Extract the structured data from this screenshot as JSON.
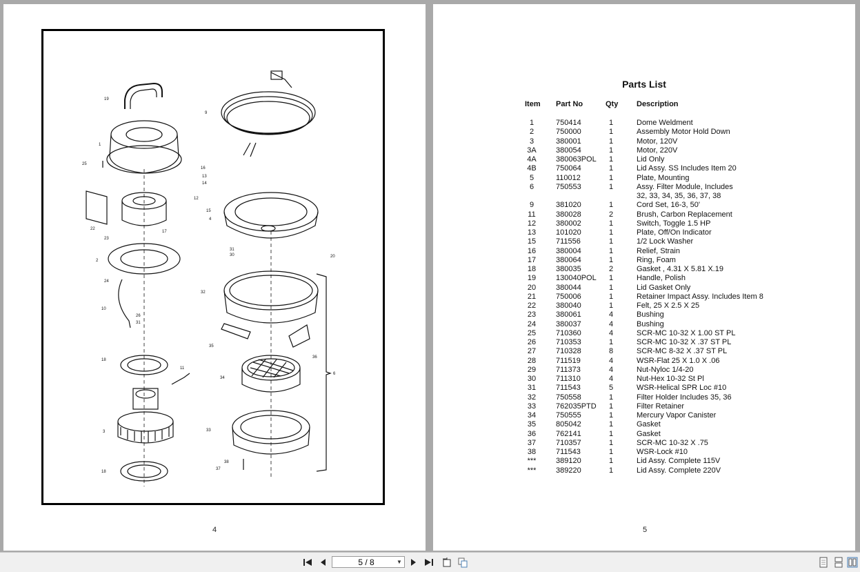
{
  "left_page": {
    "page_number": "4"
  },
  "diagram_labels": [
    {
      "t": "19"
    },
    {
      "t": "9"
    },
    {
      "t": "1"
    },
    {
      "t": "25"
    },
    {
      "t": "16"
    },
    {
      "t": "13"
    },
    {
      "t": "14"
    },
    {
      "t": "12"
    },
    {
      "t": "15"
    },
    {
      "t": "4"
    },
    {
      "t": "22"
    },
    {
      "t": "17"
    },
    {
      "t": "23"
    },
    {
      "t": "31"
    },
    {
      "t": "30"
    },
    {
      "t": "20"
    },
    {
      "t": "2"
    },
    {
      "t": "24"
    },
    {
      "t": "32"
    },
    {
      "t": "10"
    },
    {
      "t": "26"
    },
    {
      "t": "31"
    },
    {
      "t": "35"
    },
    {
      "t": "36"
    },
    {
      "t": "18"
    },
    {
      "t": "11"
    },
    {
      "t": "34"
    },
    {
      "t": "6"
    },
    {
      "t": "3"
    },
    {
      "t": "33"
    },
    {
      "t": "38"
    },
    {
      "t": "37"
    },
    {
      "t": "18"
    }
  ],
  "right_page": {
    "title": "Parts List",
    "columns": [
      "Item",
      "Part No",
      "Qty",
      "Description"
    ],
    "rows": [
      [
        "1",
        "750414",
        "1",
        "Dome Weldment"
      ],
      [
        "2",
        "750000",
        "1",
        "Assembly Motor Hold Down"
      ],
      [
        "3",
        "380001",
        "1",
        "Motor, 120V"
      ],
      [
        "3A",
        "380054",
        "1",
        "Motor, 220V"
      ],
      [
        "4A",
        "380063POL",
        "1",
        "Lid Only"
      ],
      [
        "4B",
        "750064",
        "1",
        "Lid Assy. SS Includes Item 20"
      ],
      [
        "5",
        "110012",
        "1",
        "Plate, Mounting"
      ],
      [
        "6",
        "750553",
        "1",
        "Assy. Filter Module, Includes"
      ],
      [
        "",
        "",
        "",
        "32, 33, 34, 35, 36, 37, 38"
      ],
      [
        "9",
        "381020",
        "1",
        "Cord Set, 16-3, 50'"
      ],
      [
        "11",
        "380028",
        "2",
        "Brush, Carbon Replacement"
      ],
      [
        "12",
        "380002",
        "1",
        "Switch, Toggle 1.5 HP"
      ],
      [
        "13",
        "101020",
        "1",
        "Plate, Off/On Indicator"
      ],
      [
        "15",
        "711556",
        "1",
        "1/2 Lock Washer"
      ],
      [
        "16",
        "380004",
        "1",
        "Relief, Strain"
      ],
      [
        "17",
        "380064",
        "1",
        "Ring, Foam"
      ],
      [
        "18",
        "380035",
        "2",
        "Gasket , 4.31 X 5.81 X.19"
      ],
      [
        "19",
        "130040POL",
        "1",
        "Handle, Polish"
      ],
      [
        "20",
        "380044",
        "1",
        "Lid Gasket Only"
      ],
      [
        "21",
        "750006",
        "1",
        "Retainer Impact Assy. Includes Item 8"
      ],
      [
        "22",
        "380040",
        "1",
        "Felt, 25 X 2.5 X 25"
      ],
      [
        "23",
        "380061",
        "4",
        "Bushing"
      ],
      [
        "24",
        "380037",
        "4",
        "Bushing"
      ],
      [
        "25",
        "710360",
        "4",
        "SCR-MC 10-32 X 1.00 ST PL"
      ],
      [
        "26",
        "710353",
        "1",
        "SCR-MC 10-32 X .37 ST PL"
      ],
      [
        "27",
        "710328",
        "8",
        "SCR-MC 8-32 X .37 ST PL"
      ],
      [
        "28",
        "711519",
        "4",
        "WSR-Flat 25 X 1.0 X .06"
      ],
      [
        "29",
        "711373",
        "4",
        "Nut-Nyloc 1/4-20"
      ],
      [
        "30",
        "711310",
        "4",
        "Nut-Hex 10-32 St Pl"
      ],
      [
        "31",
        "711543",
        "5",
        "WSR-Helical SPR Loc #10"
      ],
      [
        "32",
        "750558",
        "1",
        "Filter Holder Includes 35, 36"
      ],
      [
        "33",
        "762035PTD",
        "1",
        "Filter Retainer"
      ],
      [
        "34",
        "750555",
        "1",
        "Mercury Vapor Canister"
      ],
      [
        "35",
        "805042",
        "1",
        "Gasket"
      ],
      [
        "36",
        "762141",
        "1",
        "Gasket"
      ],
      [
        "37",
        "710357",
        "1",
        "SCR-MC 10-32 X .75"
      ],
      [
        "38",
        "711543",
        "1",
        "WSR-Lock #10"
      ],
      [
        "***",
        "389120",
        "1",
        "Lid Assy. Complete 115V"
      ],
      [
        "***",
        "389220",
        "1",
        "Lid Assy. Complete 220V"
      ]
    ],
    "page_number": "5"
  },
  "toolbar": {
    "page_indicator": "5 / 8",
    "icons": [
      "first-page-icon",
      "prev-page-icon",
      "next-page-icon",
      "last-page-icon",
      "rotate-icon",
      "copy-icon",
      "single-page-icon",
      "continuous-page-icon",
      "two-page-icon"
    ]
  }
}
